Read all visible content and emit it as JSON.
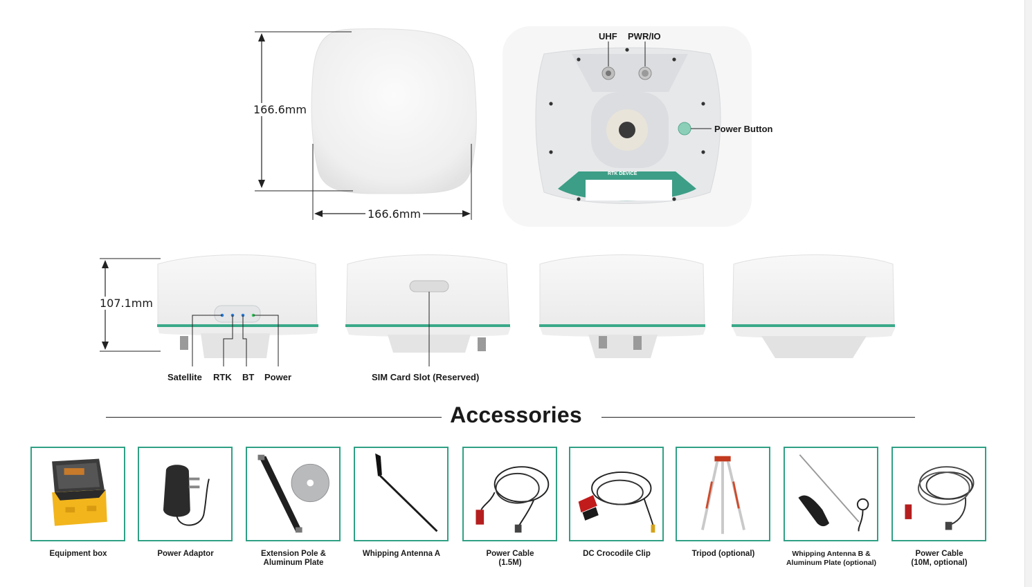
{
  "dimensions": {
    "top_height": "166.6mm",
    "top_width": "166.6mm",
    "side_height": "107.1mm"
  },
  "bottom_view": {
    "uhf_label": "UHF",
    "pwr_label": "PWR/IO",
    "power_button_label": "Power Button",
    "plate_text": "RTK DEVICE"
  },
  "led_labels": {
    "satellite": "Satellite",
    "rtk": "RTK",
    "bt": "BT",
    "power": "Power"
  },
  "sim_label": "SIM Card Slot (Reserved)",
  "accessories": {
    "title": "Accessories",
    "items": [
      {
        "label": "Equipment box",
        "icon": "equipment-box-icon"
      },
      {
        "label": "Power Adaptor",
        "icon": "power-adaptor-icon"
      },
      {
        "label": "Extension Pole &\nAluminum Plate",
        "icon": "extension-pole-icon"
      },
      {
        "label": "Whipping Antenna A",
        "icon": "whip-antenna-icon"
      },
      {
        "label": "Power Cable\n(1.5M)",
        "icon": "power-cable-icon"
      },
      {
        "label": "DC Crocodile Clip",
        "icon": "crocodile-clip-icon"
      },
      {
        "label": "Tripod (optional)",
        "icon": "tripod-icon"
      },
      {
        "label": "Whipping Antenna B &\nAluminum Plate (optional)",
        "icon": "whip-antenna-b-icon"
      },
      {
        "label": "Power Cable\n(10M, optional)",
        "icon": "power-cable-long-icon"
      }
    ]
  },
  "colors": {
    "accent_green": "#2fa084",
    "device_white": "#f2f2f2",
    "led_blue": "#2a7bd4",
    "led_green": "#36c25a"
  }
}
